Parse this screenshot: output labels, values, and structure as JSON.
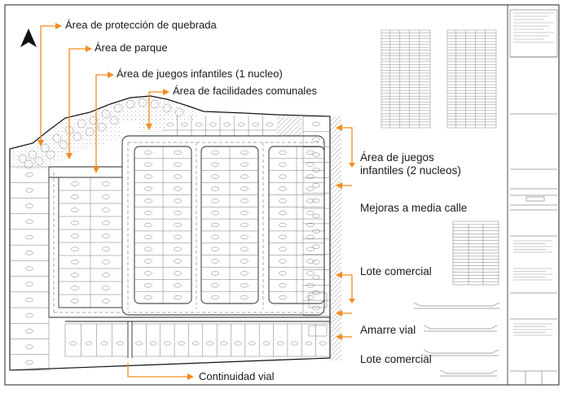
{
  "annotations": {
    "quebrada": "Área de protección de quebrada",
    "parque": "Área de parque",
    "juegos1": "Área de juegos infantiles (1 nucleo)",
    "facilidades": "Área de facilidades comunales",
    "juegos2_line1": "Área de juegos",
    "juegos2_line2": "infantiles (2 nucleos)",
    "mejoras": "Mejoras a media calle",
    "lote1": "Lote comercial",
    "amarre": "Amarre vial",
    "lote2": "Lote comercial",
    "continuidad": "Continuidad vial"
  },
  "colors": {
    "accent": "#f28c1e",
    "line": "#222222",
    "grid": "#555555",
    "tree": "#888888"
  },
  "icons": {
    "north": "north-arrow-icon"
  }
}
